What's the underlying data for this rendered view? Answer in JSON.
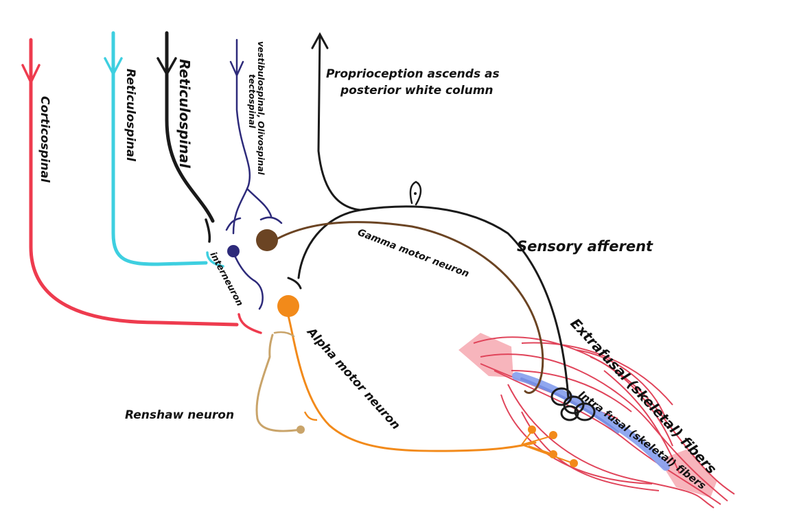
{
  "labels": {
    "corticospinal": "Corticospinal",
    "reticulospinal_left": "Reticulospinal",
    "reticulospinal_right": "Reticulospinal",
    "vestibulospinal_line1": "vestibulospinal, Olivospinal",
    "vestibulospinal_line2": "tectospinal",
    "proprioception_line1": "Proprioception  ascends as",
    "proprioception_line2": "posterior white column",
    "sensory_afferent": "Sensory afferent",
    "gamma_motor_neuron": "Gamma motor neuron",
    "interneuron": "interneuron",
    "alpha_motor_neuron": "Alpha motor neuron",
    "renshaw_neuron": "Renshaw neuron",
    "extrafusal": "Extrafusal (skeletal) fibers",
    "intrafusal": "Intra fusal (skeletal) fibers"
  },
  "colors": {
    "corticospinal": "#ee3b4e",
    "reticulospinal_left": "#3ecfe0",
    "reticulospinal_right": "#1a1a1a",
    "vestibulospinal": "#2d2a7a",
    "sensory": "#1a1a1a",
    "gamma": "#6b4423",
    "alpha": "#f28a1a",
    "renshaw": "#c9a46a",
    "extrafusal": "#e0445a",
    "extrafusal_tendon": "#f4a0a8",
    "intrafusal": "#8aa2ee"
  }
}
